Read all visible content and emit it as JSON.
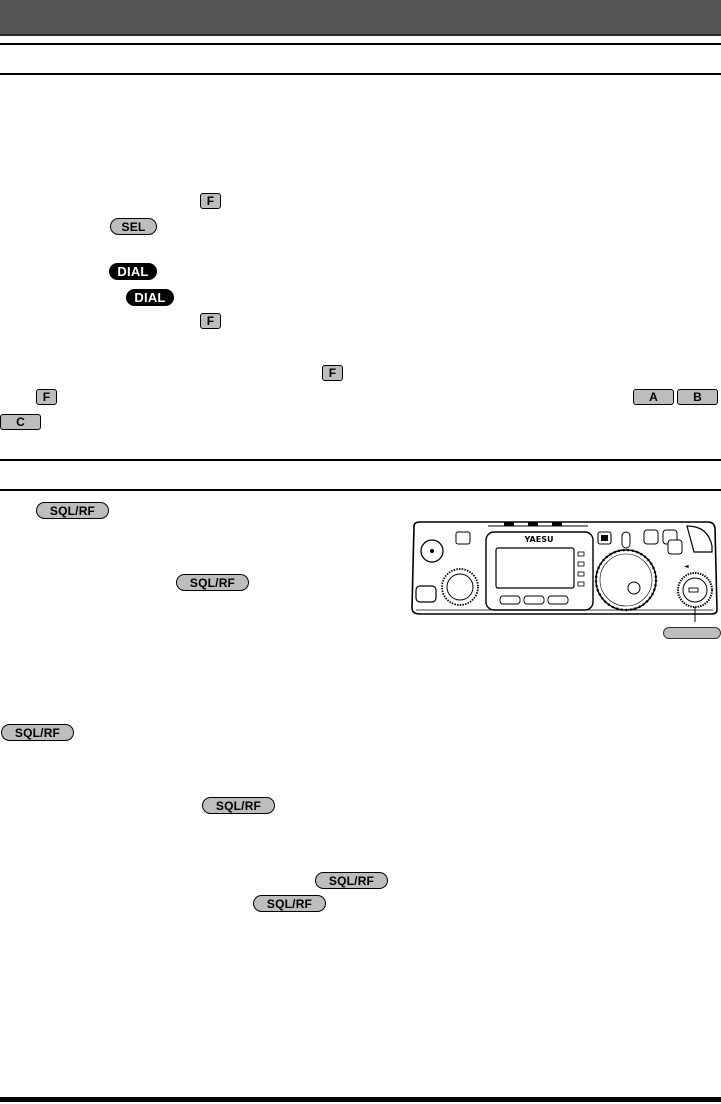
{
  "keys": {
    "f": "F",
    "sel": "SEL",
    "dial": "DIAL",
    "a": "A",
    "b": "B",
    "c": "C",
    "sql_rf": "SQL/RF"
  },
  "figure": {
    "brand": "YAESU"
  }
}
